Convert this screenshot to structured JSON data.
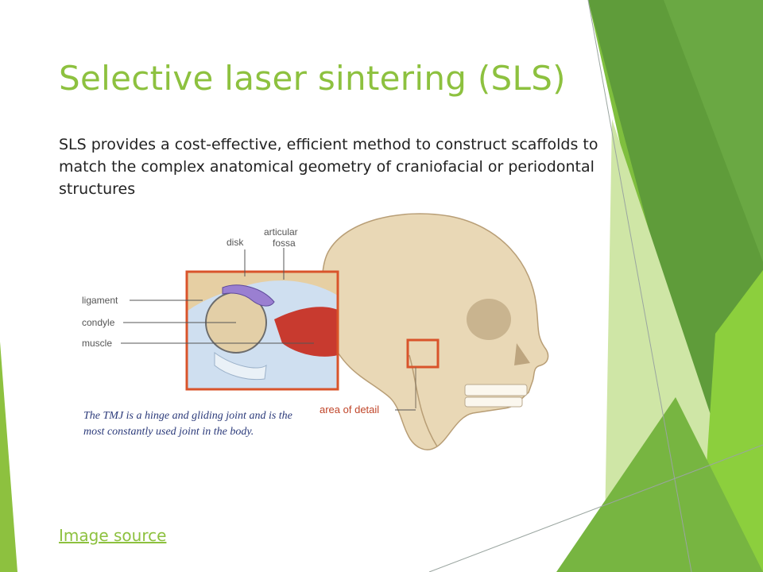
{
  "slide": {
    "title": "Selective laser sintering (SLS)",
    "body": "SLS provides a cost-effective, efficient method to construct scaffolds to match the complex anatomical geometry of craniofacial or periodontal structures",
    "source_link": "Image source"
  },
  "figure": {
    "labels": {
      "disk": "disk",
      "articular_line1": "articular",
      "articular_line2": "fossa",
      "ligament": "ligament",
      "condyle": "condyle",
      "muscle": "muscle",
      "area_of_detail": "area of detail"
    },
    "caption": "The TMJ is a hinge and gliding joint and is the most constantly used joint in the body."
  },
  "colors": {
    "accent": "#8dc13f",
    "detail_box": "#d9542b",
    "caption": "#2b3a7a"
  }
}
